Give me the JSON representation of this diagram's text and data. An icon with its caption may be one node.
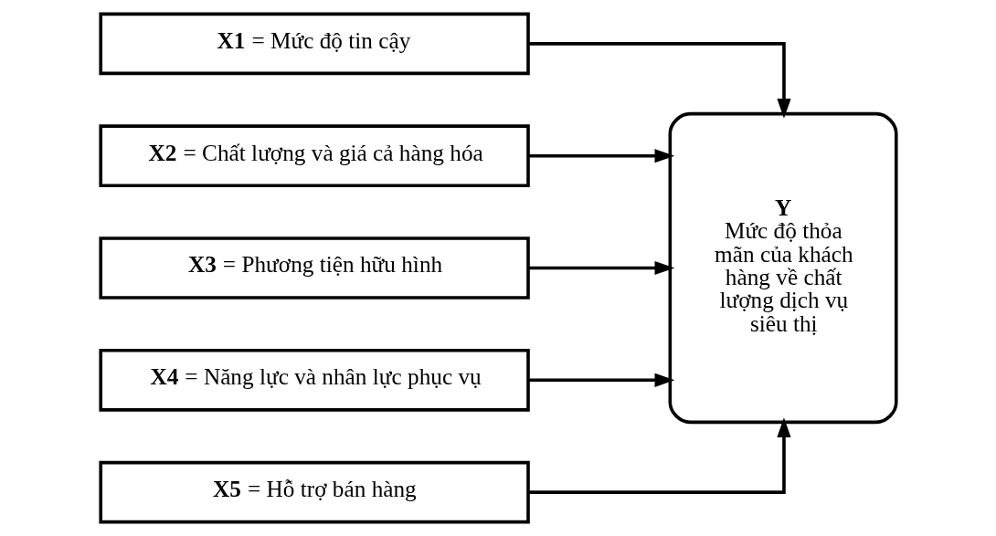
{
  "diagram": {
    "nodes": [
      {
        "text": [
          "**X1** = Mức độ tin cậy"
        ]
      },
      {
        "text": [
          "**X2** = Chất lượng và giá cả hàng hóa"
        ]
      },
      {
        "text": [
          "**X3** = Phương tiện hữu hình"
        ]
      },
      {
        "text": [
          "**X4** = Năng lực và nhân lực phục vụ"
        ]
      },
      {
        "text": [
          "**X5** = Hỗ trợ bán hàng"
        ]
      },
      {
        "text": [
          "Y",
          "Mức độ thỏa mãn của khách hàng về chất lượng dịch vụ siêu thị"
        ]
      }
    ],
    "edges": [
      {
        "from": 0,
        "to": 5,
        "arrow": "to"
      },
      {
        "from": 1,
        "to": 5,
        "arrow": "to"
      },
      {
        "from": 2,
        "to": 5,
        "arrow": "to"
      },
      {
        "from": 3,
        "to": 5,
        "arrow": "to"
      },
      {
        "from": 4,
        "to": 5,
        "arrow": "to"
      }
    ]
  }
}
